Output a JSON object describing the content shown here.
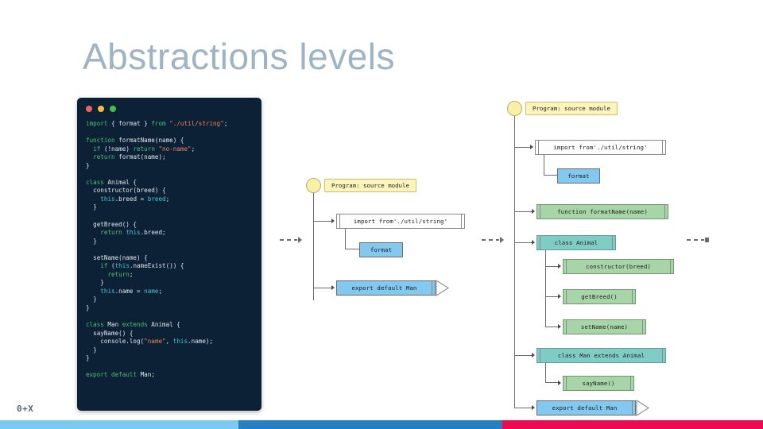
{
  "slide": {
    "title": "Abstractions levels",
    "footer_mark": "0+X",
    "bottom_bar": [
      {
        "name": "light-blue",
        "color": "#79cbf2",
        "width_pct": 31.3
      },
      {
        "name": "medium-blue",
        "color": "#2580c3",
        "width_pct": 34.5
      },
      {
        "name": "crimson",
        "color": "#ee0a53",
        "width_pct": 34.2
      }
    ]
  },
  "code_card": {
    "window_dots": [
      "red",
      "yellow",
      "green"
    ],
    "theme": {
      "background": "#0c2135",
      "keyword": "#4fbf7a",
      "string": "#f0835c",
      "this": "#3fc9d4",
      "plain": "#dfe5ec"
    },
    "lines": [
      [
        [
          "kw",
          "import"
        ],
        [
          "pln",
          " { format } "
        ],
        [
          "kw",
          "from"
        ],
        [
          "pln",
          " "
        ],
        [
          "str",
          "\"./util/string\""
        ],
        [
          "pln",
          ";"
        ]
      ],
      [],
      [
        [
          "kw",
          "function"
        ],
        [
          "pln",
          " formatName(name) {"
        ]
      ],
      [
        [
          "pln",
          "  "
        ],
        [
          "kw",
          "if"
        ],
        [
          "pln",
          " (!name) "
        ],
        [
          "kw",
          "return"
        ],
        [
          "pln",
          " "
        ],
        [
          "str",
          "\"no-name\""
        ],
        [
          "pln",
          ";"
        ]
      ],
      [
        [
          "pln",
          "  "
        ],
        [
          "kw",
          "return"
        ],
        [
          "pln",
          " format(name);"
        ]
      ],
      [
        [
          "pln",
          "}"
        ]
      ],
      [],
      [
        [
          "kw",
          "class"
        ],
        [
          "pln",
          " Animal {"
        ]
      ],
      [
        [
          "pln",
          "  constructor(breed) {"
        ]
      ],
      [
        [
          "pln",
          "    "
        ],
        [
          "ths",
          "this"
        ],
        [
          "pln",
          ".breed = "
        ],
        [
          "ths",
          "breed"
        ],
        [
          "pln",
          ";"
        ]
      ],
      [
        [
          "pln",
          "  }"
        ]
      ],
      [],
      [
        [
          "pln",
          "  getBreed() {"
        ]
      ],
      [
        [
          "pln",
          "    "
        ],
        [
          "kw",
          "return"
        ],
        [
          "pln",
          " "
        ],
        [
          "ths",
          "this"
        ],
        [
          "pln",
          ".breed;"
        ]
      ],
      [
        [
          "pln",
          "  }"
        ]
      ],
      [],
      [
        [
          "pln",
          "  setName(name) {"
        ]
      ],
      [
        [
          "pln",
          "    "
        ],
        [
          "kw",
          "if"
        ],
        [
          "pln",
          " ("
        ],
        [
          "ths",
          "this"
        ],
        [
          "pln",
          ".nameExist()) {"
        ]
      ],
      [
        [
          "pln",
          "      "
        ],
        [
          "kw",
          "return"
        ],
        [
          "pln",
          ";"
        ]
      ],
      [
        [
          "pln",
          "    }"
        ]
      ],
      [
        [
          "pln",
          "    "
        ],
        [
          "ths",
          "this"
        ],
        [
          "pln",
          ".name = "
        ],
        [
          "ths",
          "name"
        ],
        [
          "pln",
          ";"
        ]
      ],
      [
        [
          "pln",
          "  }"
        ]
      ],
      [
        [
          "pln",
          "}"
        ]
      ],
      [],
      [
        [
          "kw",
          "class"
        ],
        [
          "pln",
          " Man "
        ],
        [
          "kw",
          "extends"
        ],
        [
          "pln",
          " Animal {"
        ]
      ],
      [
        [
          "pln",
          "  sayName() {"
        ]
      ],
      [
        [
          "pln",
          "    console.log("
        ],
        [
          "str",
          "\"name\""
        ],
        [
          "pln",
          ", "
        ],
        [
          "ths",
          "this"
        ],
        [
          "pln",
          ".name);"
        ]
      ],
      [
        [
          "pln",
          "  }"
        ]
      ],
      [
        [
          "pln",
          "}"
        ]
      ],
      [],
      [
        [
          "kw",
          "export"
        ],
        [
          "pln",
          " "
        ],
        [
          "kw",
          "default"
        ],
        [
          "pln",
          " Man;"
        ]
      ]
    ]
  },
  "tree_middle": {
    "root": "Program: source module",
    "nodes": [
      {
        "label": "import from'./util/string'",
        "kind": "white"
      },
      {
        "label": "format",
        "kind": "blue"
      },
      {
        "label": "export default Man",
        "kind": "blue",
        "has_export_arrow": true
      }
    ]
  },
  "tree_right": {
    "root": "Program: source module",
    "nodes": [
      {
        "label": "import from'./util/string'",
        "kind": "white"
      },
      {
        "label": "format",
        "kind": "blue"
      },
      {
        "label": "function formatName(name)",
        "kind": "green"
      },
      {
        "label": "class Animal",
        "kind": "teal"
      },
      {
        "label": "constructor(breed)",
        "kind": "green"
      },
      {
        "label": "getBreed()",
        "kind": "green"
      },
      {
        "label": "setName(name)",
        "kind": "green"
      },
      {
        "label": "class Man extends Animal",
        "kind": "teal"
      },
      {
        "label": "sayName()",
        "kind": "green"
      },
      {
        "label": "export default Man",
        "kind": "blue",
        "has_export_arrow": true
      }
    ]
  },
  "step_arrows": [
    {
      "name": "code-to-middle-tree"
    },
    {
      "name": "middle-to-right-tree"
    },
    {
      "name": "right-tree-to-next"
    }
  ]
}
